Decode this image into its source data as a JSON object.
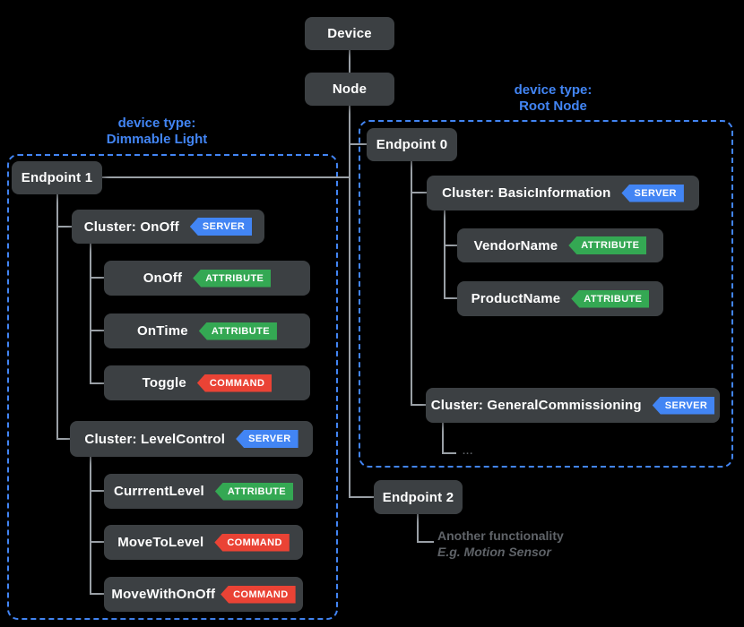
{
  "colors": {
    "background": "#000000",
    "box_background": "#3c4043",
    "connector_line": "#9aa0a6",
    "region_border_blue": "#4285f4",
    "badge_server_blue": "#4285f4",
    "badge_attribute_green": "#34a853",
    "badge_command_red": "#ea4335",
    "annotation_gray": "#5f6368"
  },
  "boxes": {
    "device": {
      "label": "Device"
    },
    "node": {
      "label": "Node"
    },
    "endpoint1": {
      "label": "Endpoint 1"
    },
    "cluster_onoff": {
      "label": "Cluster: OnOff",
      "badge": "SERVER"
    },
    "attr_onoff": {
      "label": "OnOff",
      "badge": "ATTRIBUTE"
    },
    "attr_ontime": {
      "label": "OnTime",
      "badge": "ATTRIBUTE"
    },
    "cmd_toggle": {
      "label": "Toggle",
      "badge": "COMMAND"
    },
    "cluster_levelcontrol": {
      "label": "Cluster: LevelControl",
      "badge": "SERVER"
    },
    "attr_currrentlevel": {
      "label": "CurrrentLevel",
      "badge": "ATTRIBUTE"
    },
    "cmd_movetolevel": {
      "label": "MoveToLevel",
      "badge": "COMMAND"
    },
    "cmd_movewithonoff": {
      "label": "MoveWithOnOff",
      "badge": "COMMAND"
    },
    "endpoint0": {
      "label": "Endpoint 0"
    },
    "cluster_basicinformation": {
      "label": "Cluster: BasicInformation",
      "badge": "SERVER"
    },
    "attr_vendorname": {
      "label": "VendorName",
      "badge": "ATTRIBUTE"
    },
    "attr_productname": {
      "label": "ProductName",
      "badge": "ATTRIBUTE"
    },
    "cluster_generalcommissioning": {
      "label": "Cluster: GeneralCommissioning",
      "badge": "SERVER"
    },
    "endpoint2": {
      "label": "Endpoint 2"
    }
  },
  "region_labels": {
    "dimmable_light": {
      "line1": "device type:",
      "line2": "Dimmable Light"
    },
    "root_node": {
      "line1": "device type:",
      "line2": "Root Node"
    }
  },
  "annotation": {
    "line1": "Another functionality",
    "line2": "E.g. Motion Sensor"
  },
  "ellipsis": "..."
}
